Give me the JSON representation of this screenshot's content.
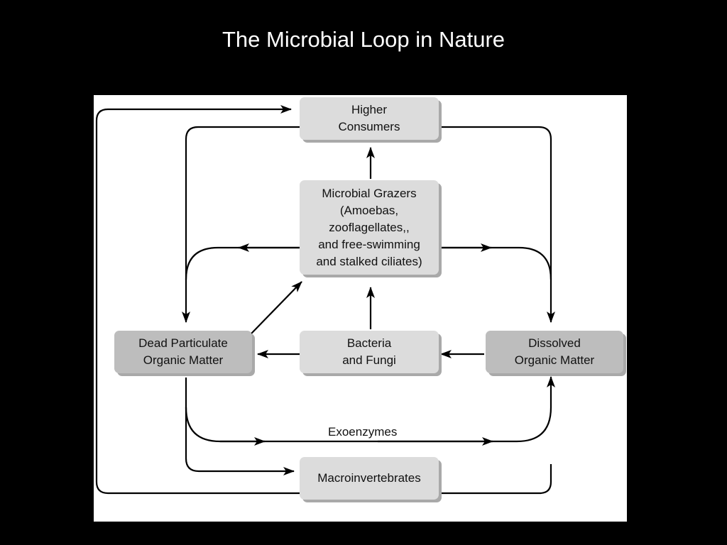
{
  "slide": {
    "title": "The Microbial Loop in Nature"
  },
  "diagram": {
    "nodes": {
      "higher_consumers": "Higher\nConsumers",
      "microbial_grazers": "Microbial Grazers\n(Amoebas,\nzooflagellates,,\nand free-swimming\nand stalked ciliates)",
      "dead_particulate": "Dead Particulate\nOrganic Matter",
      "bacteria_fungi": "Bacteria\nand Fungi",
      "dissolved_organic": "Dissolved\nOrganic Matter",
      "macroinvertebrates": "Macroinvertebrates"
    },
    "edge_labels": {
      "exoenzymes": "Exoenzymes"
    },
    "edges": [
      {
        "from": "Microbial Grazers",
        "to": "Higher Consumers"
      },
      {
        "from": "Higher Consumers",
        "to": "Dead Particulate Organic Matter"
      },
      {
        "from": "Higher Consumers",
        "to": "Dissolved Organic Matter"
      },
      {
        "from": "Microbial Grazers",
        "to": "Dead Particulate Organic Matter"
      },
      {
        "from": "Microbial Grazers",
        "to": "Dissolved Organic Matter"
      },
      {
        "from": "Dead Particulate Organic Matter",
        "to": "Microbial Grazers"
      },
      {
        "from": "Bacteria and Fungi",
        "to": "Microbial Grazers"
      },
      {
        "from": "Bacteria and Fungi",
        "to": "Dead Particulate Organic Matter"
      },
      {
        "from": "Dissolved Organic Matter",
        "to": "Bacteria and Fungi"
      },
      {
        "from": "Dead Particulate Organic Matter",
        "to": "Dissolved Organic Matter",
        "label": "Exoenzymes"
      },
      {
        "from": "Dead Particulate Organic Matter",
        "to": "Macroinvertebrates"
      },
      {
        "from": "Macroinvertebrates",
        "to": "Dissolved Organic Matter"
      },
      {
        "from": "Macroinvertebrates",
        "to": "Higher Consumers"
      }
    ]
  }
}
